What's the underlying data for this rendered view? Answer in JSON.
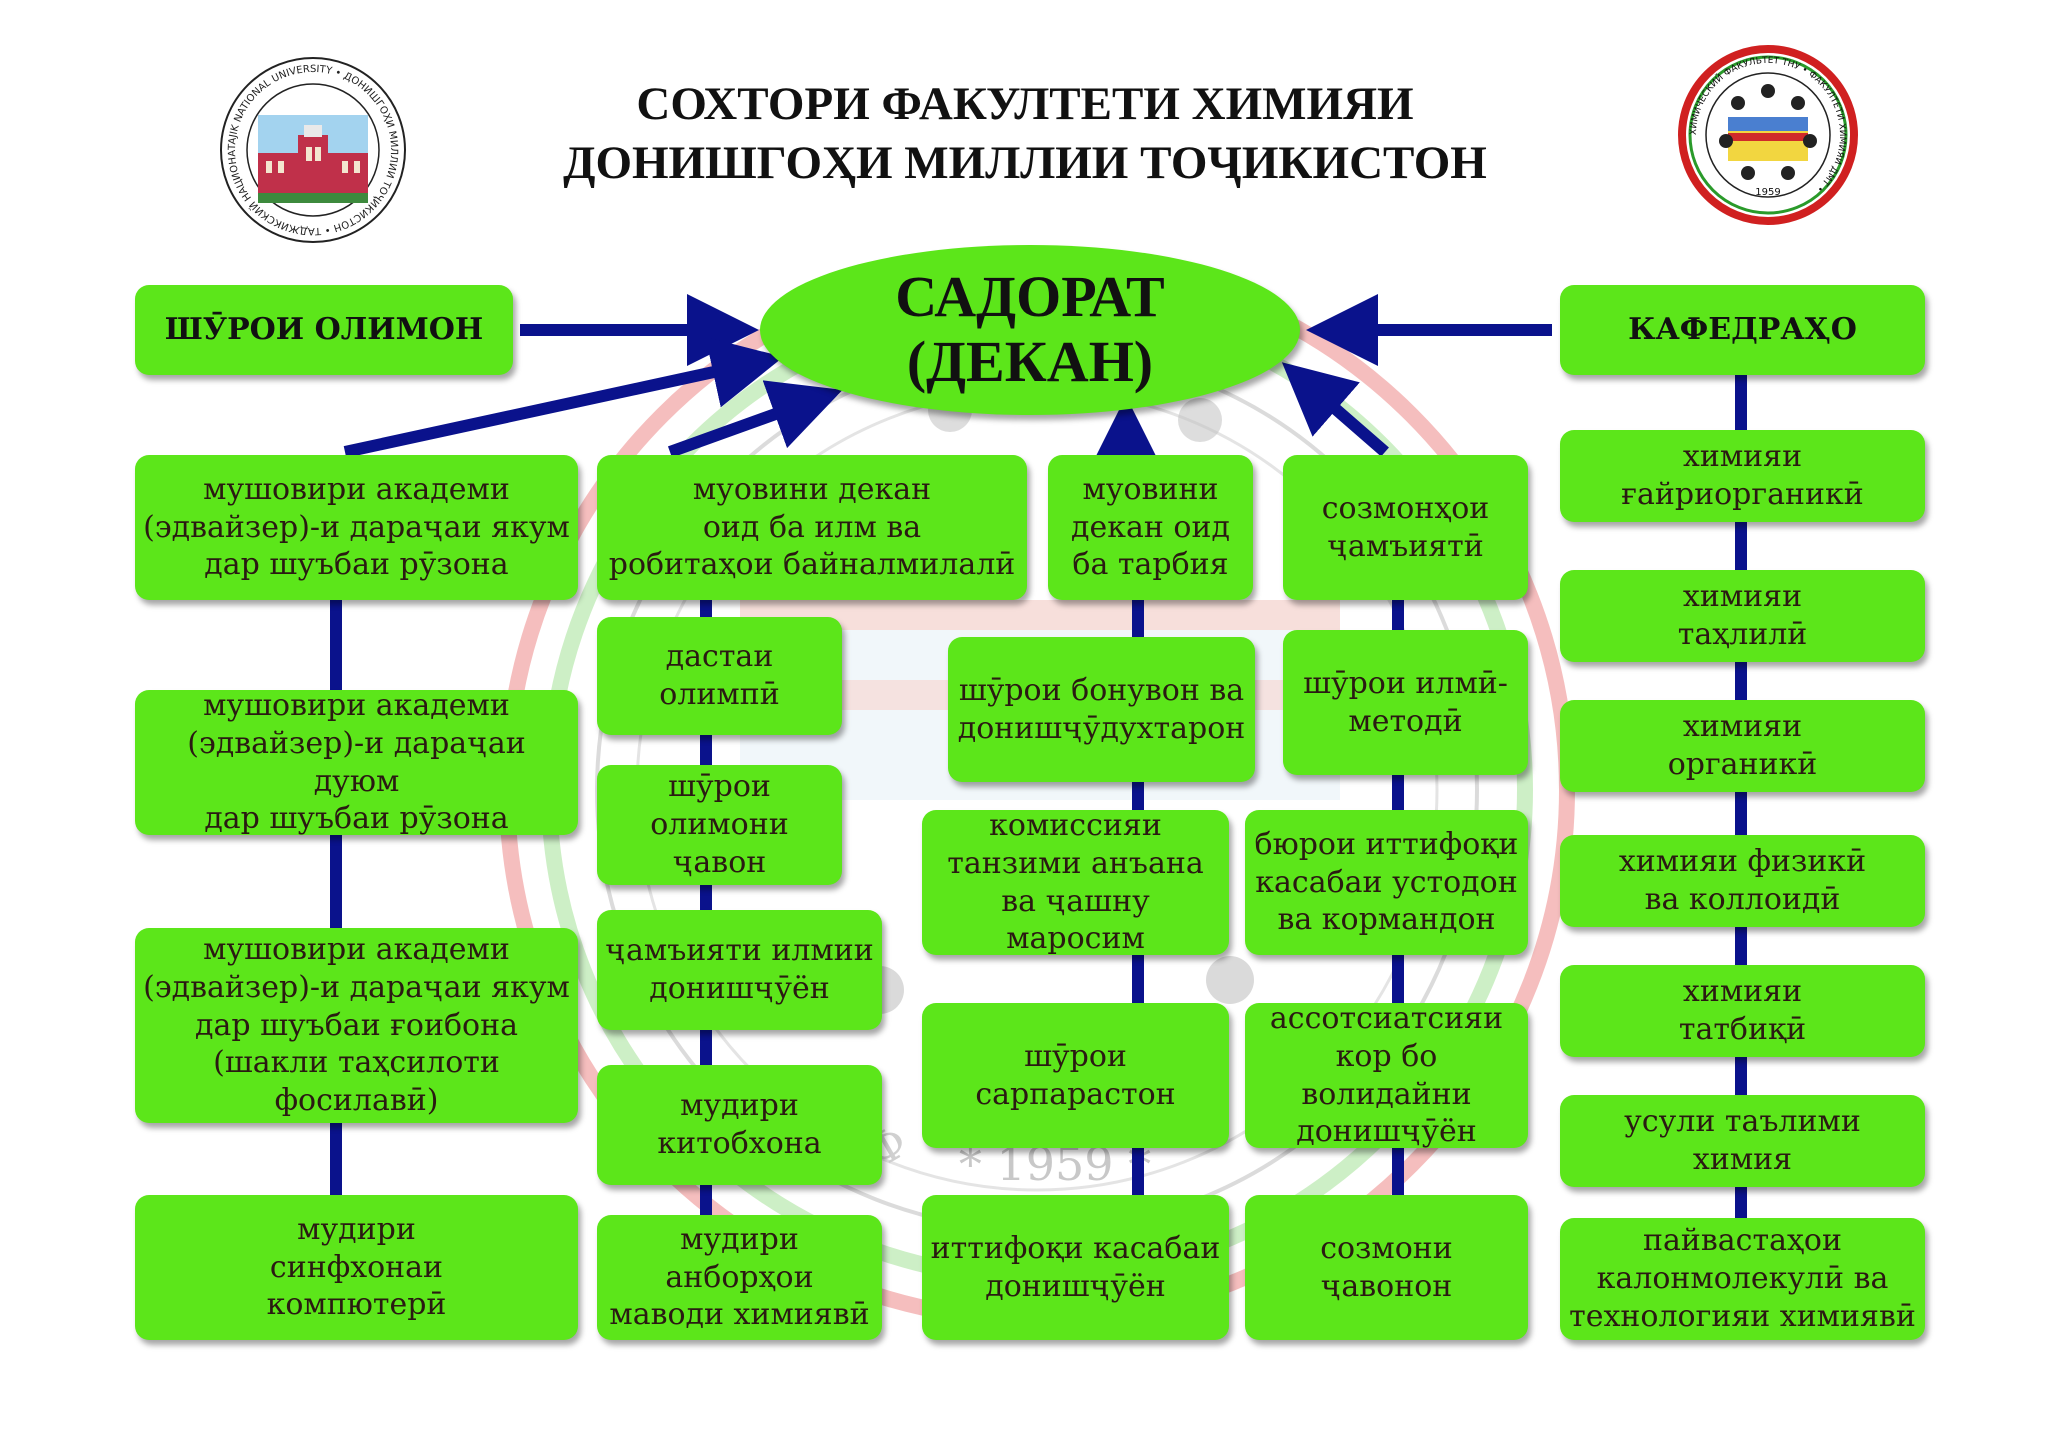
{
  "header": {
    "title": "СОХТОРИ ФАКУЛТЕТИ ХИМИЯИ\nДОНИШГОҲИ МИЛЛИИ ТОҶИКИСТОН"
  },
  "logos": {
    "left": {
      "ring_text": "TAJIK NATIONAL UNIVERSITY • ДОНИШГОҲИ МИЛЛИИ ТОҶИКИСТОН • ТАДЖИКСКИЙ НАЦИОНАЛЬНЫЙ УНИВЕРСИТЕТ •"
    },
    "right": {
      "ring_text": "ХИМИЧЕСКИЙ ФАКУЛЬТЕТ ТНУ • ФАКУЛТЕТИ ХИМИЯИ ДМТ •",
      "year": "1959"
    }
  },
  "watermark": {
    "year": "* 1959 *",
    "letter": "Ф"
  },
  "dean": {
    "label": "САДОРАТ\n(ДЕКАН)"
  },
  "top": {
    "council": "ШӮРОИ ОЛИМОН",
    "departments_head": "КАФЕДРАҲО"
  },
  "col1": [
    "мушовири академи\n(эдвайзер)-и  дараҷаи якум\nдар шуъбаи рӯзона",
    "мушовири академи\n(эдвайзер)-и дараҷаи дуюм\nдар шуъбаи рӯзона",
    "мушовири академи\n(эдвайзер)-и дараҷаи якум\nдар шуъбаи ғоибона\n(шакли таҳсилоти фосилавӣ)",
    "мудири\nсинфхонаи\nкомпютерӣ"
  ],
  "col2": {
    "head": "муовини декан\nоид ба илм ва\nробитаҳои байналмилалӣ",
    "items": [
      "дастаи\nолимпӣ",
      "шӯрои\nолимони\nҷавон",
      "ҷамъияти илмии\nдонишҷӯён",
      "мудири\nкитобхона",
      "мудири анборҳои\nмаводи химиявӣ"
    ]
  },
  "col3": {
    "head": "муовини\nдекан оид\nба тарбия",
    "items": [
      "шӯрои бонувон ва\nдонишҷӯдухтарон",
      "комиссияи\nтанзими анъана\nва ҷашну маросим",
      "шӯрои\nсарпарастон",
      "иттифоқи касабаи\nдонишҷӯён"
    ]
  },
  "col4": {
    "head": "созмонҳои\nҷамъиятӣ",
    "items": [
      "шӯрои илмӣ-\nметодӣ",
      "бюрои иттифоқи\nкасабаи устодон\nва кормандон",
      "ассотсиатсияи\nкор бо волидайни\nдонишҷӯён",
      "созмони\nҷавонон"
    ]
  },
  "departments": [
    "химияи\nғайриорганикӣ",
    "химияи\nтаҳлилӣ",
    "химияи\nорганикӣ",
    "химияи физикӣ\nва коллоидӣ",
    "химияи\nтатбиқӣ",
    "усули таълими\nхимия",
    "пайвастаҳои\nкалонмолекулӣ ва\nтехнологияи химиявӣ"
  ],
  "colors": {
    "box": "#5ce61a",
    "line": "#0a128c",
    "ring_red": "#f0a0a0",
    "ring_green": "#a8e6a0"
  }
}
